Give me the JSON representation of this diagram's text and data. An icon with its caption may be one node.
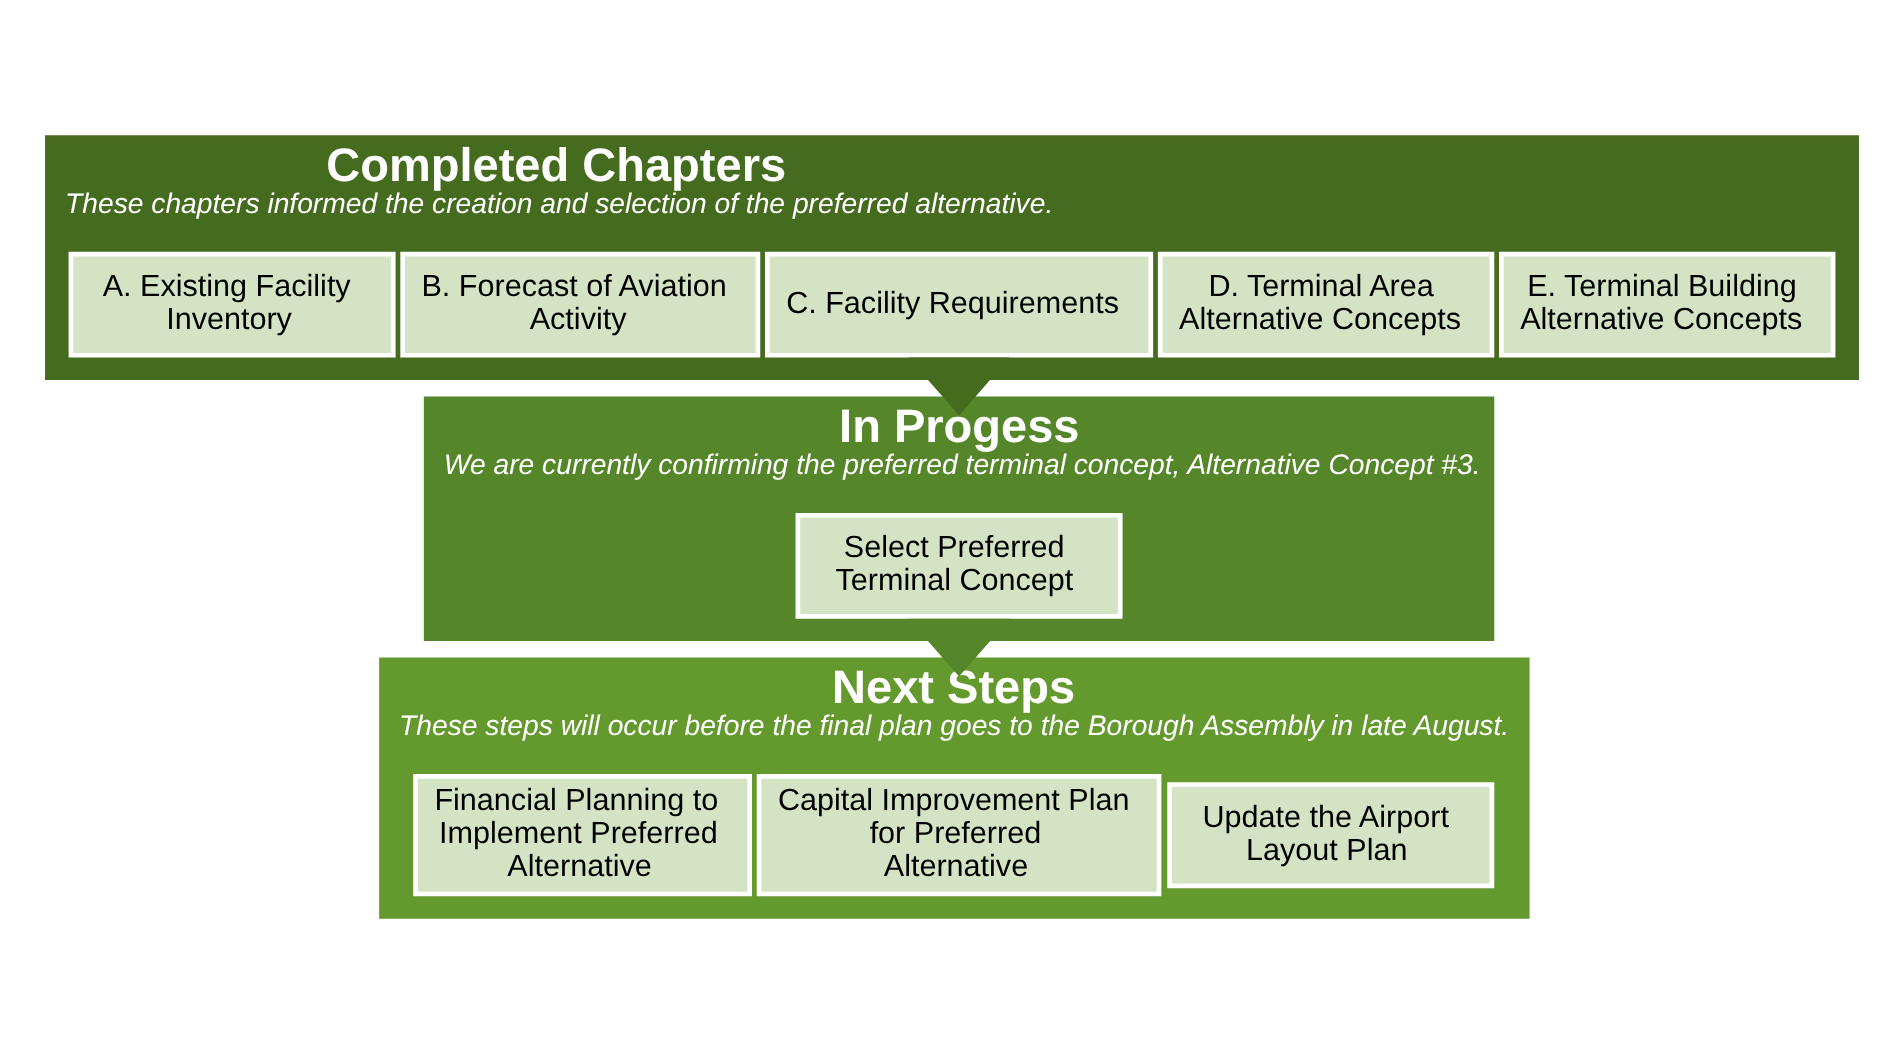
{
  "diagram": {
    "nodes": [
      {
        "text": [
          "Completed Chapters",
          "These chapters informed the creation and selection of the preferred alternative."
        ]
      },
      {
        "text": [
          "A. Existing Facility Inventory"
        ],
        "in": 0
      },
      {
        "text": [
          "B. Forecast of Aviation Activity"
        ],
        "in": 0
      },
      {
        "text": [
          "C. Facility Requirements"
        ],
        "in": 0
      },
      {
        "text": [
          "D. Terminal Area Alternative Concepts"
        ],
        "in": 0
      },
      {
        "text": [
          "E. Terminal Building Alternative Concepts"
        ],
        "in": 0
      },
      {
        "text": [
          "In Progess",
          "We are currently confirming the preferred terminal concept, Alternative Concept #3."
        ]
      },
      {
        "text": [
          "Select Preferred Terminal Concept"
        ],
        "in": 6
      },
      {
        "text": [
          "Next Steps",
          "These steps will occur before the final plan goes to the Borough Assembly in late August."
        ]
      },
      {
        "text": [
          "Financial Planning to Implement Preferred Alternative"
        ],
        "in": 8
      },
      {
        "text": [
          "Capital Improvement Plan for Preferred Alternative"
        ],
        "in": 8
      },
      {
        "text": [
          "Update the Airport Layout Plan"
        ],
        "in": 8
      }
    ],
    "edges": [
      {
        "from": 0,
        "to": 6,
        "arrow": "to"
      },
      {
        "from": 6,
        "to": 8,
        "arrow": "to"
      }
    ]
  }
}
